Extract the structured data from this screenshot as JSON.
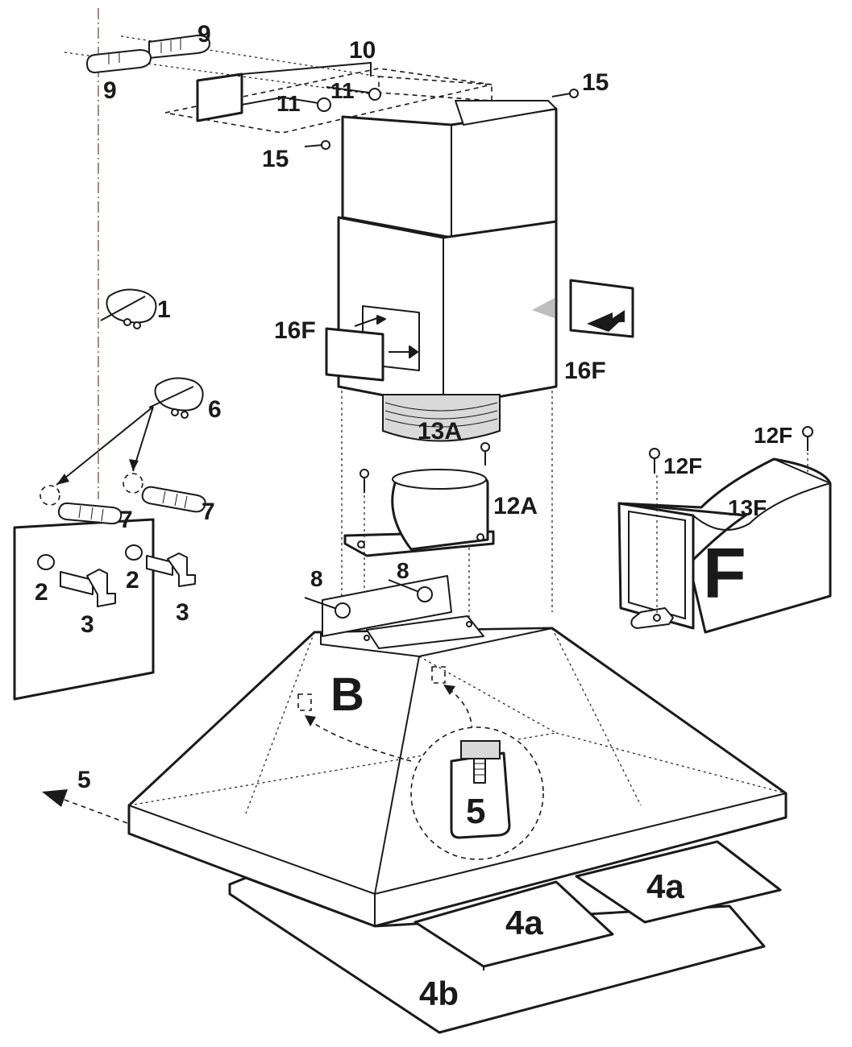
{
  "labels": {
    "l1": "1",
    "l2a": "2",
    "l2b": "2",
    "l3a": "3",
    "l3b": "3",
    "l4a_left": "4a",
    "l4a_right": "4a",
    "l4b": "4b",
    "l5_arrow": "5",
    "l5_detail": "5",
    "l6": "6",
    "l7a": "7",
    "l7b": "7",
    "l8a": "8",
    "l8b": "8",
    "l9a": "9",
    "l9b": "9",
    "l10": "10",
    "l11a": "11",
    "l11b": "11",
    "l12A": "12A",
    "l12Fa": "12F",
    "l12Fb": "12F",
    "l13A": "13A",
    "l13F": "13F",
    "l15a": "15",
    "l15b": "15",
    "l16Fa": "16F",
    "l16Fb": "16F",
    "lB": "B",
    "lF": "F"
  },
  "colors": {
    "ink": "#1a1a1a",
    "paper": "#ffffff",
    "shade": "#d9d9d9",
    "centerline": "#6b3a3a"
  }
}
